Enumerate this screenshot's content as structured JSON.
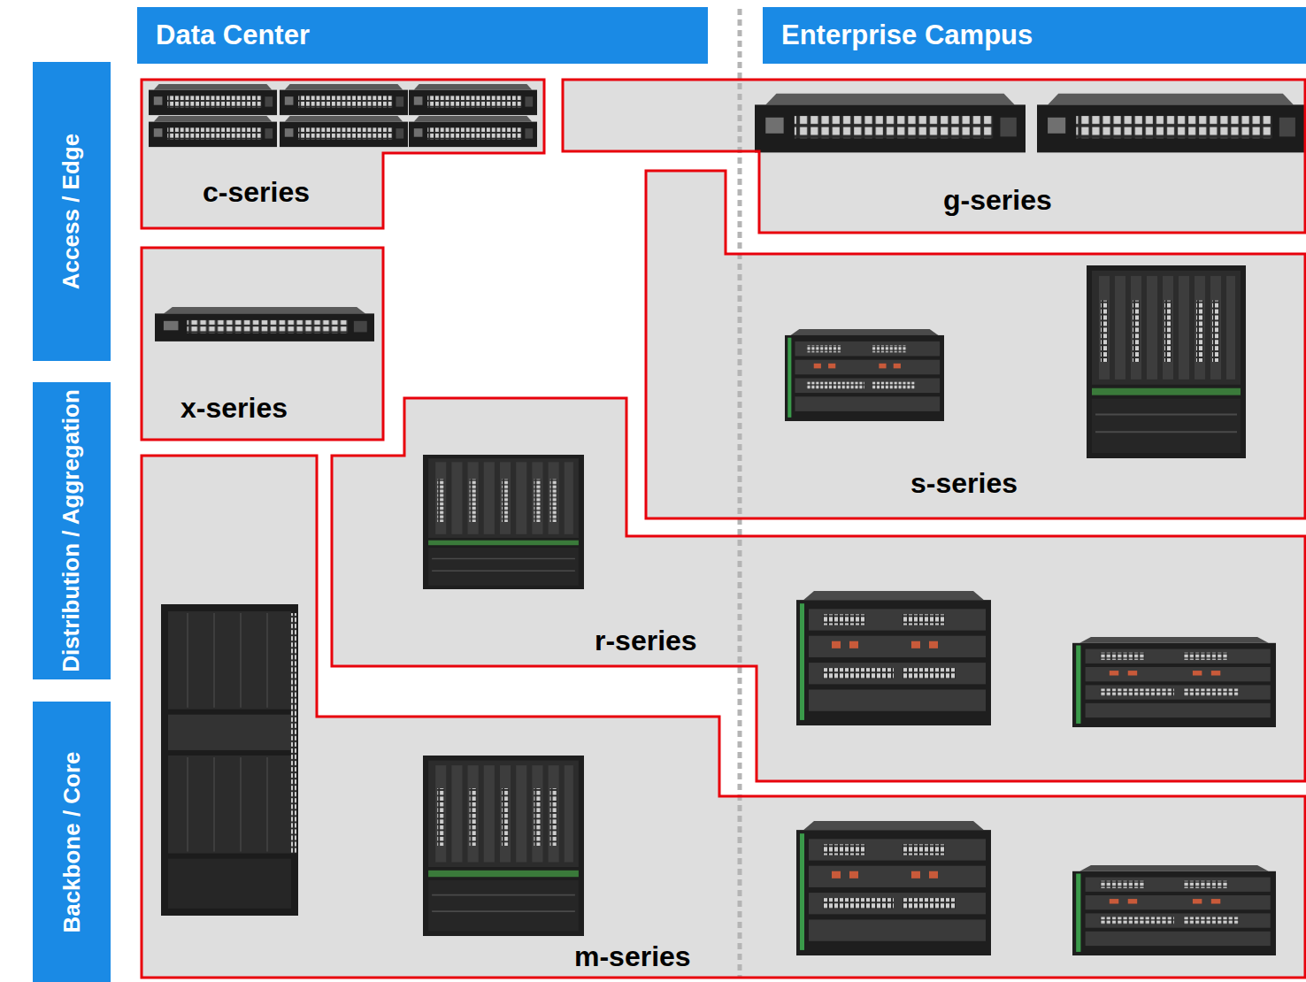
{
  "diagram": {
    "nodes": [
      {
        "text": [
          "Data Center"
        ]
      },
      {
        "text": [
          "Enterprise Campus"
        ]
      },
      {
        "text": [
          "Access / Edge"
        ]
      },
      {
        "text": [
          "Distribution / Aggregation"
        ]
      },
      {
        "text": [
          "Backbone / Core"
        ]
      },
      {
        "text": [
          "c-series"
        ]
      },
      {
        "text": [
          "g-series"
        ]
      },
      {
        "text": [
          "x-series"
        ]
      },
      {
        "text": [
          "s-series"
        ]
      },
      {
        "text": [
          "r-series"
        ]
      },
      {
        "text": [
          "m-series"
        ]
      }
    ]
  }
}
